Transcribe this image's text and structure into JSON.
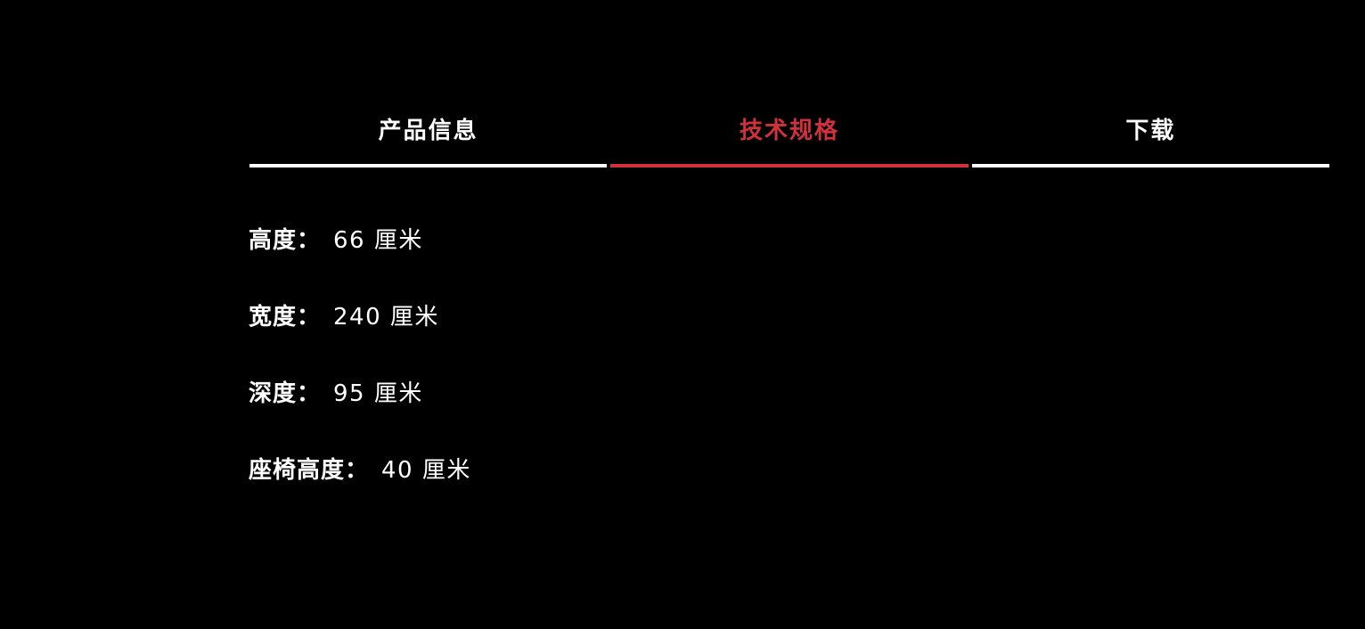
{
  "tabs": [
    {
      "label": "产品信息",
      "active": false
    },
    {
      "label": "技术规格",
      "active": true
    },
    {
      "label": "下载",
      "active": false
    }
  ],
  "specs": [
    {
      "label": "高度：",
      "value": "66 厘米"
    },
    {
      "label": "宽度：",
      "value": "240 厘米"
    },
    {
      "label": "深度：",
      "value": "95 厘米"
    },
    {
      "label": "座椅高度：",
      "value": "40 厘米"
    }
  ],
  "colors": {
    "background": "#000000",
    "text": "#ffffff",
    "accent": "#d1313d"
  }
}
